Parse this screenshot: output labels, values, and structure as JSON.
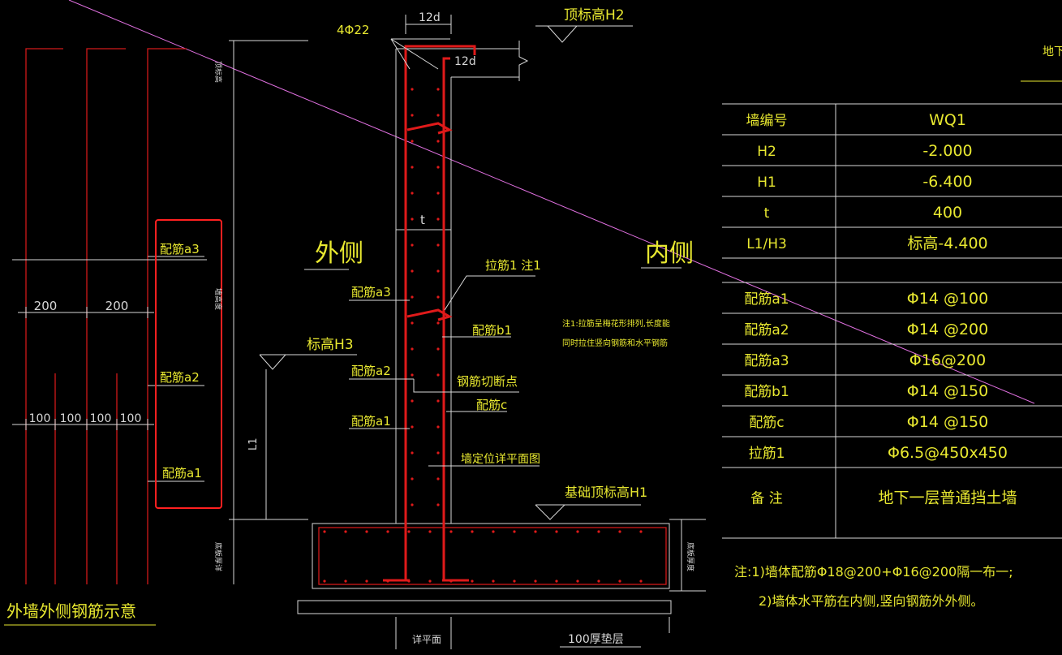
{
  "colors": {
    "background": "#000000",
    "yellow": "#e8e830",
    "white": "#d8d8d8",
    "red": "#d11a1a",
    "magenta": "#e070e0"
  },
  "left_sketch": {
    "title": "外墙外侧钢筋示意",
    "dim_top": [
      "200",
      "200"
    ],
    "dim_bottom": [
      "100",
      "100",
      "100",
      "100"
    ],
    "labels": [
      "配筋a3",
      "配筋a2",
      "配筋a1"
    ]
  },
  "section": {
    "rebar_top_label": "4Φ22",
    "top_width": "12d",
    "inner_top": "12d",
    "top_elev": "顶标高H2",
    "outside": "外侧",
    "inside": "内侧",
    "thickness": "t",
    "tie_label": "拉筋1 注1",
    "a3": "配筋a3",
    "b1": "配筋b1",
    "elev_h3": "标高H3",
    "a2": "配筋a2",
    "cut_point": "钢筋切断点",
    "c": "配筋c",
    "a1": "配筋a1",
    "l1": "L1",
    "plan_ref": "墙定位详平面图",
    "base_elev": "基础顶标高H1",
    "note_line1": "注1:拉筋呈梅花形排列,长度能",
    "note_line2": "同时拉住竖向钢筋和水平钢筋",
    "bottom_plan": "详平面",
    "cushion": "100厚垫层",
    "vert_left_top": "顶标高",
    "vert_left_mid": "墙高度",
    "vert_left_bot": "底板厚详",
    "vert_right": "底板厚度",
    "corner_text": "地下"
  },
  "table": {
    "rows": [
      [
        "墙编号",
        "WQ1"
      ],
      [
        "H2",
        "-2.000"
      ],
      [
        "H1",
        "-6.400"
      ],
      [
        "t",
        "400"
      ],
      [
        "L1/H3",
        "标高-4.400"
      ],
      [
        "",
        ""
      ],
      [
        "配筋a1",
        "Φ14 @100"
      ],
      [
        "配筋a2",
        "Φ14 @200"
      ],
      [
        "配筋a3",
        "Φ16@200"
      ],
      [
        "配筋b1",
        "Φ14 @150"
      ],
      [
        "配筋c",
        "Φ14 @150"
      ],
      [
        "拉筋1",
        "Φ6.5@450x450"
      ],
      [
        "备 注",
        "地下一层普通挡土墙"
      ]
    ]
  },
  "notes": {
    "line1": "注:1)墙体配筋Φ18@200+Φ16@200隔一布一;",
    "line2": "2)墙体水平筋在内侧,竖向钢筋外外侧。"
  }
}
